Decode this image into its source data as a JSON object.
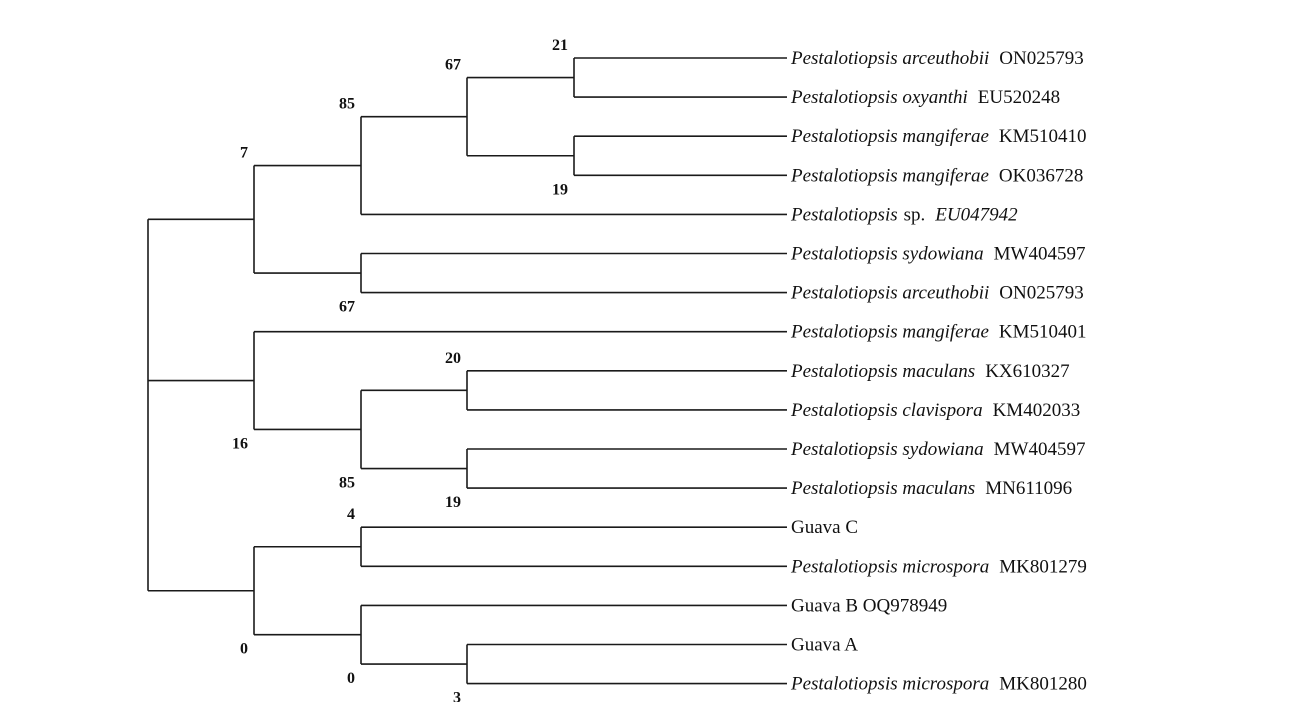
{
  "tree": {
    "id": "root",
    "bootstrap": "",
    "children": [
      {
        "id": "n7",
        "bootstrap": "7",
        "children": [
          {
            "id": "n85a",
            "bootstrap": "85",
            "children": [
              {
                "id": "n67a",
                "bootstrap": "67",
                "children": [
                  {
                    "id": "n21",
                    "bootstrap": "21",
                    "children": [
                      {
                        "leaf": true,
                        "species": "Pestalotiopsis arceuthobii",
                        "accession": "ON025793",
                        "accession_italic": false
                      },
                      {
                        "leaf": true,
                        "species": "Pestalotiopsis oxyanthi",
                        "accession": "EU520248",
                        "accession_italic": false
                      }
                    ]
                  },
                  {
                    "id": "n19a",
                    "bootstrap": "19",
                    "children": [
                      {
                        "leaf": true,
                        "species": "Pestalotiopsis mangiferae",
                        "accession": "KM510410",
                        "accession_italic": false
                      },
                      {
                        "leaf": true,
                        "species": "Pestalotiopsis mangiferae",
                        "accession": "OK036728",
                        "accession_italic": false
                      }
                    ]
                  }
                ]
              },
              {
                "leaf": true,
                "species": "Pestalotiopsis",
                "suffix": "sp.",
                "accession": "EU047942",
                "accession_italic": true
              }
            ]
          },
          {
            "id": "n67b",
            "bootstrap": "67",
            "children": [
              {
                "leaf": true,
                "species": "Pestalotiopsis sydowiana",
                "accession": "MW404597",
                "accession_italic": false
              },
              {
                "leaf": true,
                "species": "Pestalotiopsis arceuthobii",
                "accession": "ON025793",
                "accession_italic": false
              }
            ]
          }
        ]
      },
      {
        "id": "n16",
        "bootstrap": "16",
        "children": [
          {
            "leaf": true,
            "species": "Pestalotiopsis mangiferae",
            "accession": "KM510401",
            "accession_italic": false
          },
          {
            "id": "n85b",
            "bootstrap": "85",
            "children": [
              {
                "id": "n20",
                "bootstrap": "20",
                "children": [
                  {
                    "leaf": true,
                    "species": "Pestalotiopsis maculans",
                    "accession": "KX610327",
                    "accession_italic": false
                  },
                  {
                    "leaf": true,
                    "species": "Pestalotiopsis clavispora",
                    "accession": "KM402033",
                    "accession_italic": false
                  }
                ]
              },
              {
                "id": "n19b",
                "bootstrap": "19",
                "children": [
                  {
                    "leaf": true,
                    "species": "Pestalotiopsis sydowiana",
                    "accession": "MW404597",
                    "accession_italic": false
                  },
                  {
                    "leaf": true,
                    "species": "Pestalotiopsis maculans",
                    "accession": "MN611096",
                    "accession_italic": false
                  }
                ]
              }
            ]
          }
        ]
      },
      {
        "id": "n0a",
        "bootstrap": "0",
        "children": [
          {
            "id": "n4",
            "bootstrap": "4",
            "children": [
              {
                "leaf": true,
                "plain": "Guava C"
              },
              {
                "leaf": true,
                "species": "Pestalotiopsis microspora",
                "accession": "MK801279",
                "accession_italic": false
              }
            ]
          },
          {
            "id": "n0b",
            "bootstrap": "0",
            "children": [
              {
                "leaf": true,
                "plain": "Guava B OQ978949"
              },
              {
                "id": "n3",
                "bootstrap": "3",
                "children": [
                  {
                    "leaf": true,
                    "plain": "Guava A"
                  },
                  {
                    "leaf": true,
                    "species": "Pestalotiopsis microspora",
                    "accession": "MK801280",
                    "accession_italic": false
                  }
                ]
              }
            ]
          }
        ]
      }
    ]
  }
}
